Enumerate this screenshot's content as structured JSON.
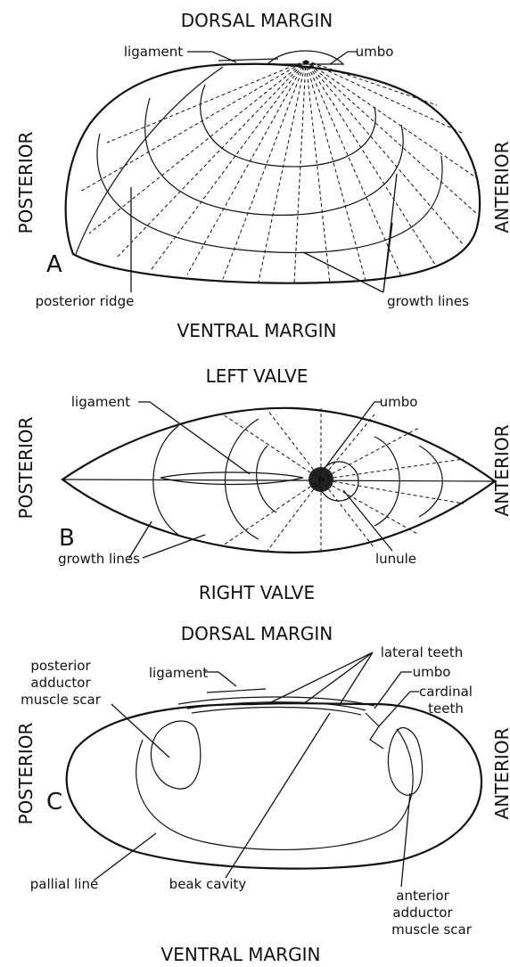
{
  "figure_a": {
    "top_title": "DORSAL MARGIN",
    "bottom_title": "VENTRAL MARGIN",
    "left_side": "POSTERIOR",
    "right_side": "ANTERIOR",
    "panel_letter": "A",
    "labels": {
      "ligament": "ligament",
      "umbo": "umbo",
      "posterior_ridge": "posterior ridge",
      "growth_lines": "growth lines"
    }
  },
  "figure_b": {
    "top_title": "LEFT VALVE",
    "bottom_title": "RIGHT VALVE",
    "left_side": "POSTERIOR",
    "right_side": "ANTERIOR",
    "panel_letter": "B",
    "labels": {
      "ligament": "ligament",
      "umbo": "umbo",
      "growth_lines": "growth lines",
      "lunule": "lunule"
    }
  },
  "figure_c": {
    "top_title": "DORSAL MARGIN",
    "bottom_title": "VENTRAL MARGIN",
    "left_side": "POSTERIOR",
    "right_side": "ANTERIOR",
    "panel_letter": "C",
    "labels": {
      "posterior_scar_1": "posterior",
      "posterior_scar_2": "adductor",
      "posterior_scar_3": "muscle scar",
      "ligament": "ligament",
      "lateral_teeth": "lateral teeth",
      "umbo": "umbo",
      "cardinal_teeth_1": "cardinal",
      "cardinal_teeth_2": "teeth",
      "pallial_line": "pallial line",
      "beak_cavity": "beak cavity",
      "anterior_scar_1": "anterior",
      "anterior_scar_2": "adductor",
      "anterior_scar_3": "muscle scar"
    }
  }
}
